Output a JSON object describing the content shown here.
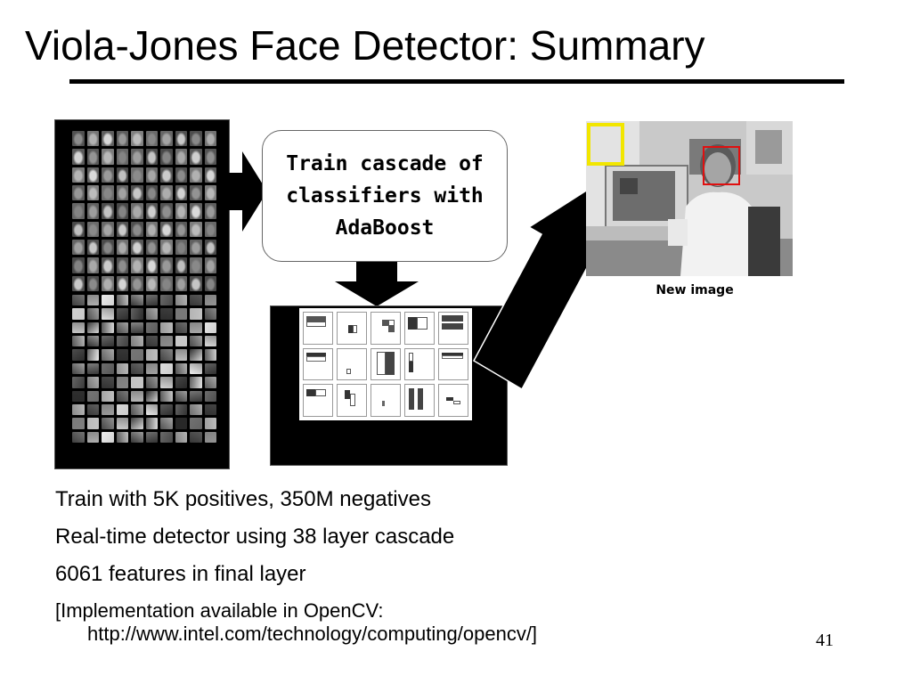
{
  "slide": {
    "title": "Viola-Jones Face Detector: Summary",
    "page_number": "41"
  },
  "diagram": {
    "training_box_lines": [
      "Train cascade of",
      "classifiers with",
      "AdaBoost"
    ],
    "new_image_caption": "New image",
    "detection_colors": {
      "false_positive": "#f2e600",
      "face": "#e01010"
    }
  },
  "bullets": {
    "item1": "Train with 5K positives, 350M negatives",
    "item2": "Real-time detector using 38 layer cascade",
    "item3": "6061 features in final layer",
    "item4_line1": "[Implementation available in OpenCV:",
    "item4_line2": "http://www.intel.com/technology/computing/opencv/]"
  }
}
